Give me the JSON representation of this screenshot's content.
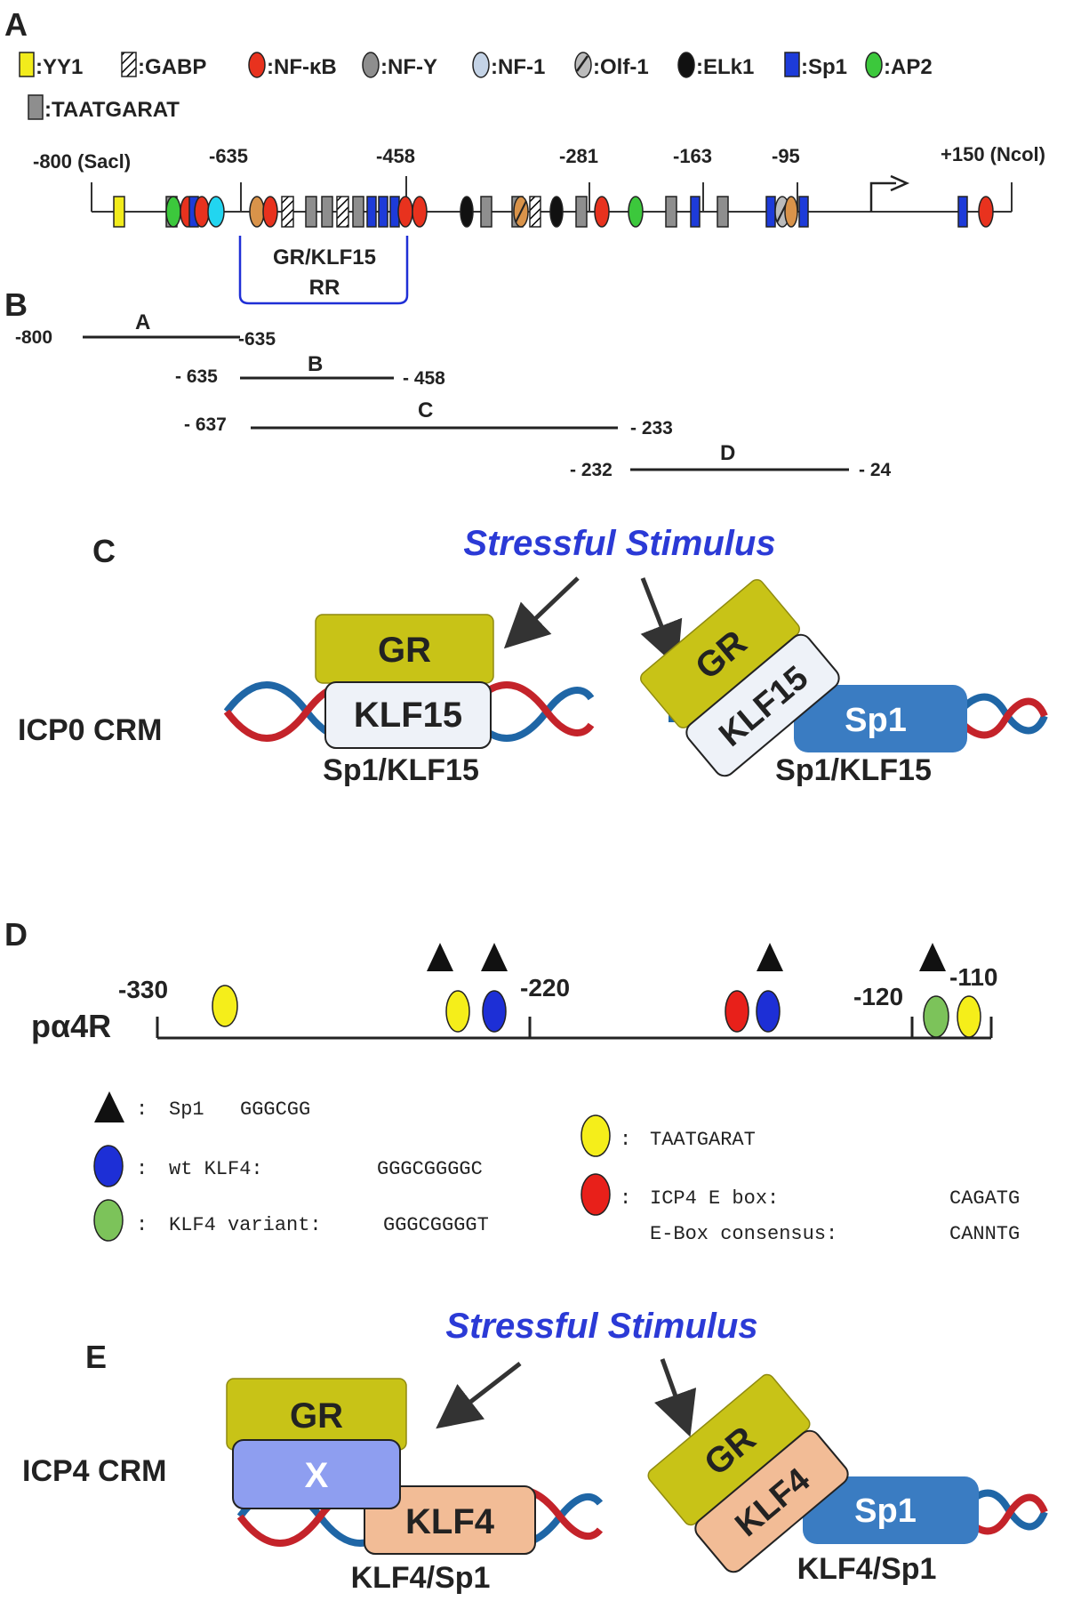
{
  "panels": {
    "a": "A",
    "b": "B",
    "c": "C",
    "d": "D",
    "e": "E"
  },
  "legend_a": [
    {
      "symbol": "yellow-rect",
      "label": ":YY1",
      "color": "#f2ec1c"
    },
    {
      "symbol": "hatched-rect",
      "label": ":GABP"
    },
    {
      "symbol": "red-oval",
      "label": ":NF-κB",
      "color": "#e8321e"
    },
    {
      "symbol": "gray-oval",
      "label": ":NF-Y",
      "color": "#8e8e8e"
    },
    {
      "symbol": "lightblue-oval",
      "label": ":NF-1",
      "color": "#c4d3e6"
    },
    {
      "symbol": "hatched-oval",
      "label": ":Olf-1"
    },
    {
      "symbol": "black-oval",
      "label": ":ELk1",
      "color": "#111111"
    },
    {
      "symbol": "blue-rect",
      "label": ":Sp1",
      "color": "#1d3bd9"
    },
    {
      "symbol": "green-oval",
      "label": ":AP2",
      "color": "#3cc83c"
    },
    {
      "symbol": "gray-rect",
      "label": ":TAATGARAT",
      "color": "#8e8e8e"
    }
  ],
  "promoter_a": {
    "positions": [
      "-800 (Sacl)",
      "-635",
      "-458",
      "-281",
      "-163",
      "-95",
      "+150 (Ncol)"
    ],
    "region_label_1": "GR/KLF15",
    "region_label_2": "RR"
  },
  "fragments_b": [
    {
      "name": "A",
      "start": "-800",
      "end": "-635"
    },
    {
      "name": "B",
      "start": "- 635",
      "end": "- 458"
    },
    {
      "name": "C",
      "start": "- 637",
      "end": "- 233"
    },
    {
      "name": "D",
      "start": "- 232",
      "end": "- 24"
    }
  ],
  "panel_c": {
    "stimulus": "Stressful Stimulus",
    "crm": "ICP0 CRM",
    "left": {
      "gr": "GR",
      "klf": "KLF15",
      "site": "Sp1/KLF15"
    },
    "right": {
      "gr": "GR",
      "klf": "KLF15",
      "sp1": "Sp1",
      "site": "Sp1/KLF15"
    }
  },
  "panel_d": {
    "promoter": "pα4R",
    "positions": [
      "-330",
      "-220",
      "-120",
      "-110"
    ],
    "legend": [
      {
        "symbol": "triangle",
        "label": ":",
        "name": "Sp1",
        "seq": "GGGCGG"
      },
      {
        "symbol": "blue-oval",
        "label": ":",
        "name": "wt KLF4:",
        "seq": "GGGCGGGGC",
        "color": "#1d2fd6"
      },
      {
        "symbol": "green-oval",
        "label": ":",
        "name": "KLF4 variant:",
        "seq": "GGGCGGGGT",
        "color": "#7cc35a"
      },
      {
        "symbol": "yellow-oval",
        "label": ":",
        "name": "",
        "seq": "TAATGARAT",
        "color": "#f5ee1a"
      },
      {
        "symbol": "red-oval",
        "label": ":",
        "name": "ICP4 E box:",
        "seq": "CAGATG",
        "color": "#e8201a"
      },
      {
        "symbol": "none",
        "label": "",
        "name": "E-Box consensus:",
        "seq": "CANNTG"
      }
    ]
  },
  "panel_e": {
    "stimulus": "Stressful Stimulus",
    "crm": "ICP4 CRM",
    "left": {
      "gr": "GR",
      "x": "X",
      "klf": "KLF4",
      "site": "KLF4/Sp1"
    },
    "right": {
      "gr": "GR",
      "klf": "KLF4",
      "sp1": "Sp1",
      "site": "KLF4/Sp1"
    }
  },
  "colors": {
    "gr": "#c8c317",
    "klf15": "#eef2f8",
    "sp1": "#3a7cc2",
    "klf4": "#f2bc96",
    "x": "#8e9ef0",
    "bracket": "#1f2fd6",
    "dna_red": "#c4232a",
    "dna_blue": "#1f66a6"
  }
}
